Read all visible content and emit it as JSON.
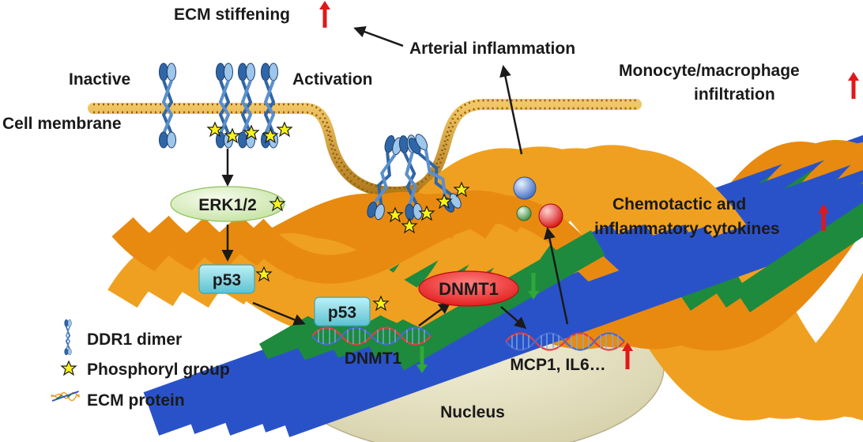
{
  "labels": {
    "ecm_stiffening": "ECM stiffening",
    "arterial_inflammation": "Arterial inflammation",
    "monocyte_line1": "Monocyte/macrophage",
    "monocyte_line2": "infiltration",
    "inactive": "Inactive",
    "activation": "Activation",
    "cell_membrane": "Cell membrane",
    "erk": "ERK1/2",
    "p53_cyto": "p53",
    "p53_nuc": "p53",
    "dnmt1_protein": "DNMT1",
    "dnmt1_gene": "DNMT1",
    "mcp1": "MCP1, IL6…",
    "chemotactic_line1": "Chemotactic and",
    "chemotactic_line2": "inflammatory cytokines",
    "nucleus": "Nucleus"
  },
  "legend": {
    "ddr1": "DDR1 dimer",
    "phosphoryl": "Phosphoryl group",
    "ecm": "ECM protein"
  },
  "colors": {
    "membrane": "#d9a441",
    "membrane_dark": "#9a6a14",
    "nucleus_fill": "#e6e2c4",
    "erk_fill": "#dff0c8",
    "p53_fill": "#8fd4df",
    "dnmt1_fill": "#ee2a2a",
    "up_arrow": "#e0181a",
    "down_arrow": "#2fa83a",
    "ddr1_receptor": "#3a7bb8",
    "ecm_fiber": "#f0a020",
    "ecm_rod": "#2a52c8",
    "phospho_star": "#f7f21a",
    "dna_red": "#e04040",
    "dna_blue": "#4a6ad0",
    "vesicle_blue": "#4f7fd0",
    "vesicle_green": "#5fa85f",
    "vesicle_red": "#e02020"
  }
}
